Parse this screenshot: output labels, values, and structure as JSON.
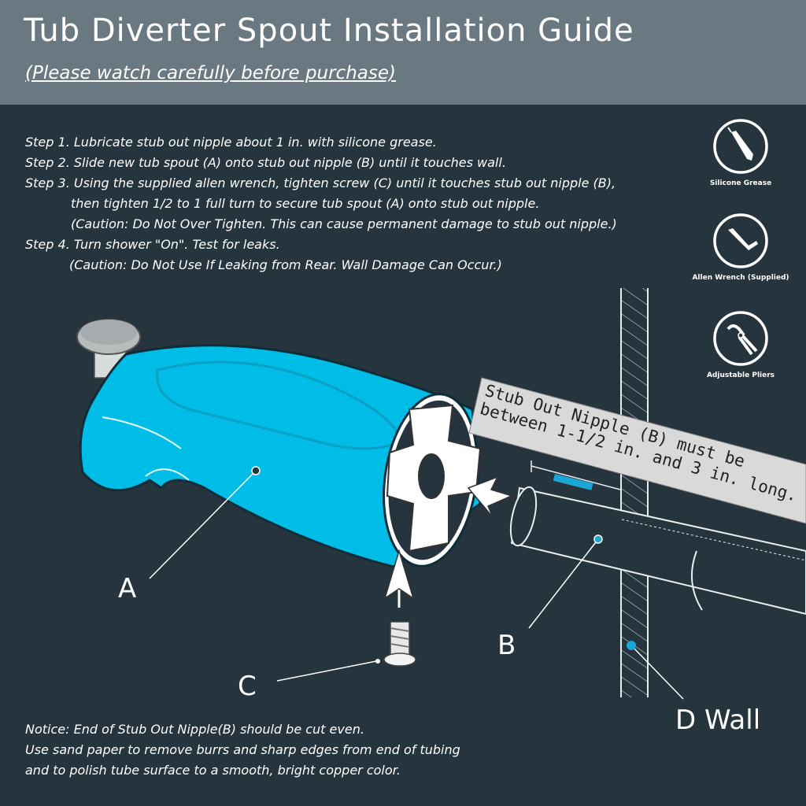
{
  "header": {
    "title": "Tub Diverter Spout Installation Guide",
    "subtitle": "(Please watch carefully before purchase)"
  },
  "steps": {
    "step1": "Step 1. Lubricate stub out nipple about 1 in. with silicone grease.",
    "step2": "Step 2. Slide new tub spout (A) onto stub out nipple (B) until it touches wall.",
    "step3_line1": "Step 3. Using the supplied allen wrench, tighten screw (C) until it touches stub out nipple (B),",
    "step3_line2": "then tighten 1/2 to 1 full turn to secure tub spout (A) onto stub out nipple.",
    "step3_caution": "(Caution: Do Not Over Tighten. This can cause permanent damage to stub out nipple.)",
    "step4": "Step 4. Turn shower \"On\". Test for leaks.",
    "step4_caution": "(Caution: Do Not Use If Leaking from Rear. Wall Damage Can Occur.)"
  },
  "tools": [
    {
      "label": "Silicone Grease",
      "icon": "silicone-grease-icon"
    },
    {
      "label": "Allen Wrench (Supplied)",
      "icon": "allen-wrench-icon"
    },
    {
      "label": "Adjustable Pliers",
      "icon": "adjustable-pliers-icon"
    }
  ],
  "banner": {
    "line1": "Stub Out Nipple (B) must be",
    "line2": "between 1-1/2 in. and 3 in. long."
  },
  "callouts": {
    "a": "A",
    "b": "B",
    "c": "C",
    "d": "D Wall"
  },
  "notice": {
    "line1": "Notice: End of Stub Out Nipple(B) should be cut even.",
    "line2": "Use sand paper to remove burrs and sharp edges from end of tubing",
    "line3": "and to polish tube surface to a smooth, bright copper color."
  },
  "colors": {
    "background": "#25343d",
    "header": "#6a7981",
    "spout": "#00bde8",
    "accent": "#1aa7d6"
  }
}
